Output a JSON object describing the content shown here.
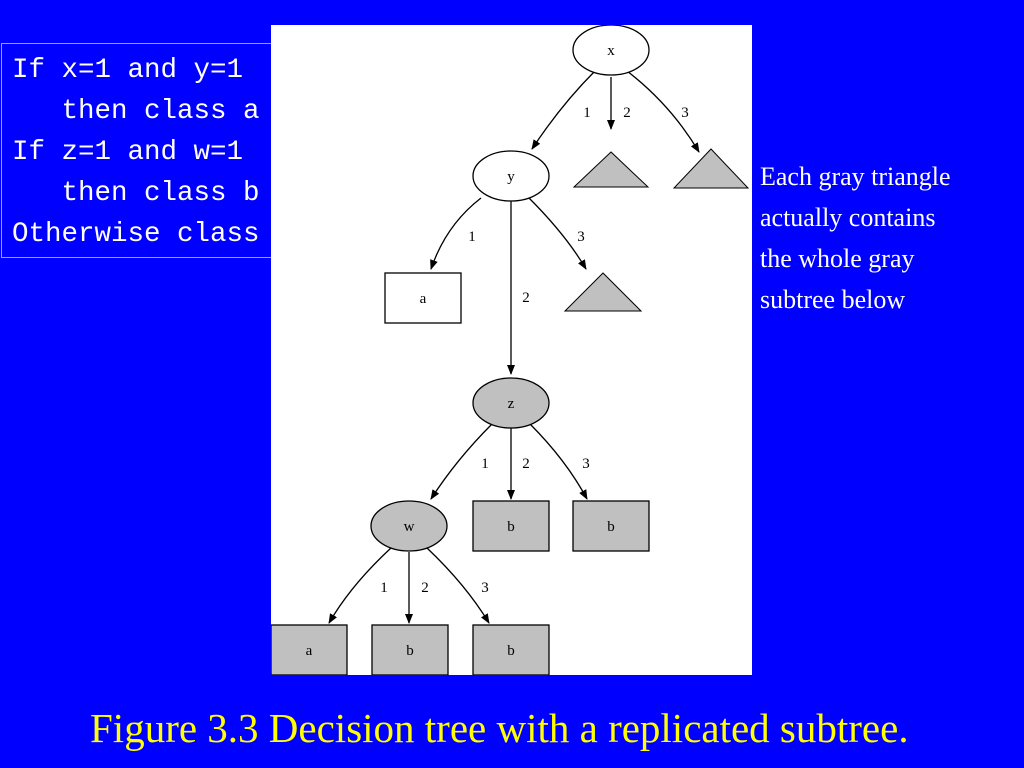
{
  "rules_box": {
    "lines": [
      "If x=1 and y=1",
      "   then class a",
      "If z=1 and w=1",
      "   then class b",
      "Otherwise class b"
    ]
  },
  "diagram": {
    "nodes": {
      "x": "x",
      "y": "y",
      "leaf_a": "a",
      "z": "z",
      "w": "w",
      "leaf_z_b2": "b",
      "leaf_z_b3": "b",
      "leaf_w_a": "a",
      "leaf_w_b2": "b",
      "leaf_w_b3": "b"
    },
    "edges": {
      "x_1": "1",
      "x_2": "2",
      "x_3": "3",
      "y_1": "1",
      "y_2": "2",
      "y_3": "3",
      "z_1": "1",
      "z_2": "2",
      "z_3": "3",
      "w_1": "1",
      "w_2": "2",
      "w_3": "3"
    },
    "colors": {
      "subtree_fill": "#c0c0c0",
      "node_fill": "#ffffff",
      "stroke": "#000000"
    }
  },
  "side_note": {
    "lines": [
      "Each gray triangle",
      "actually contains",
      "the whole gray",
      "subtree below"
    ]
  },
  "caption": "Figure 3.3  Decision tree with a replicated subtree.",
  "colors": {
    "background": "#0000ff",
    "caption": "#ffff00",
    "body_text": "#ffffff"
  }
}
